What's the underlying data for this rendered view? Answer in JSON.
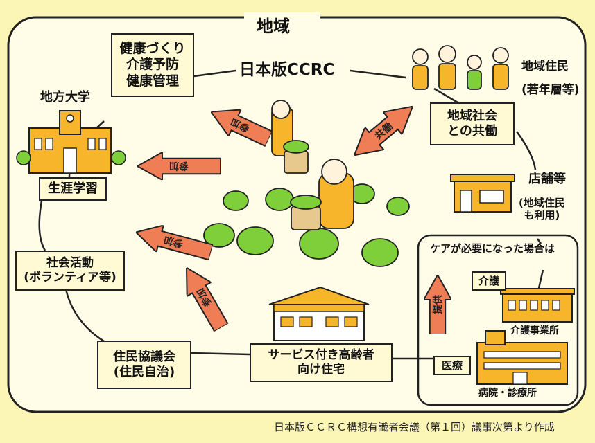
{
  "region_label": "地域",
  "hub_label": "日本版CCRC",
  "boxes": {
    "health": [
      "健康づくり",
      "介護予防",
      "健康管理"
    ],
    "lifelong": "生涯学習",
    "social": [
      "社会活動",
      "(ボランティア等)"
    ],
    "council": [
      "住民協議会",
      "(住民自治)"
    ],
    "housing": [
      "サービス付き高齢者",
      "向け住宅"
    ],
    "community": [
      "地域社会",
      "との共働"
    ],
    "care": "介護",
    "medical": "医療"
  },
  "labels": {
    "university": "地方大学",
    "residents": "地域住民",
    "residents_note": "(若年層等)",
    "shops": "店舗等",
    "shops_note": [
      "(地域住民",
      "も利用)"
    ],
    "care_needed": "ケアが必要になった場合は",
    "care_facility": "介護事業所",
    "hospital": "病院・診療所"
  },
  "arrows": {
    "participate": "参加",
    "cooperate": "共働",
    "provide": "提供"
  },
  "caption": "日本版ＣＣＲＣ構想有識者会議（第１回）議事次第より作成",
  "colors": {
    "background": "#fbf5b6",
    "panel": "#fffde8",
    "arrow": "#ef7e57",
    "building": "#f7b52c",
    "plant": "#7fcf3a",
    "outline": "#222222"
  }
}
